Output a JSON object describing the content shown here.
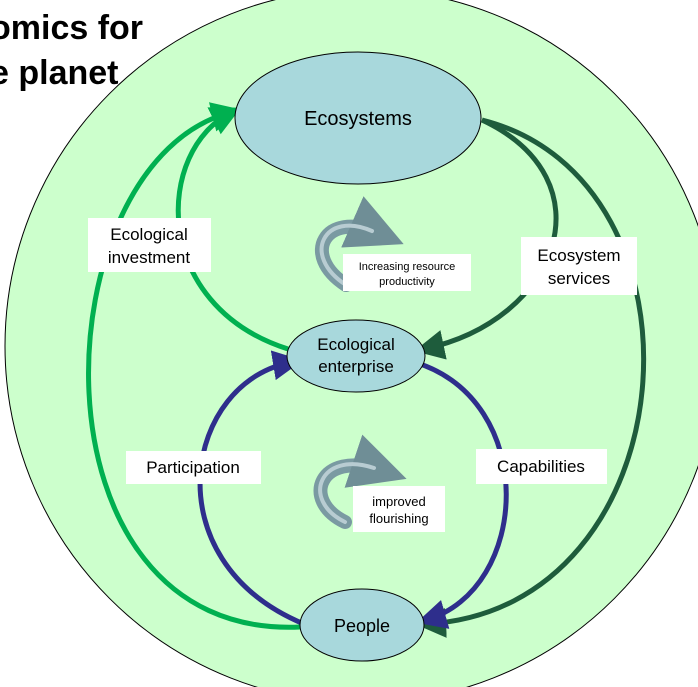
{
  "title": {
    "line1": "omics for",
    "line2": "e planet"
  },
  "nodes": {
    "ecosystems": "Ecosystems",
    "enterprise_line1": "Ecological",
    "enterprise_line2": "enterprise",
    "people": "People"
  },
  "flow_labels": {
    "ecological_investment_line1": "Ecological",
    "ecological_investment_line2": "investment",
    "ecosystem_services_line1": "Ecosystem",
    "ecosystem_services_line2": "services",
    "participation": "Participation",
    "capabilities": "Capabilities"
  },
  "cycle_notes": {
    "upper_line1": "Increasing resource",
    "upper_line2": "productivity",
    "lower_line1": "improved",
    "lower_line2": "flourishing"
  },
  "colors": {
    "background_circle": "#ccffcc",
    "node_fill": "#a8d8dc",
    "bright_green_arrow": "#00b050",
    "dark_green_arrow": "#1e5c3c",
    "navy_arrow": "#2e2e8c",
    "cycle_icon": "#7a9aa2"
  }
}
